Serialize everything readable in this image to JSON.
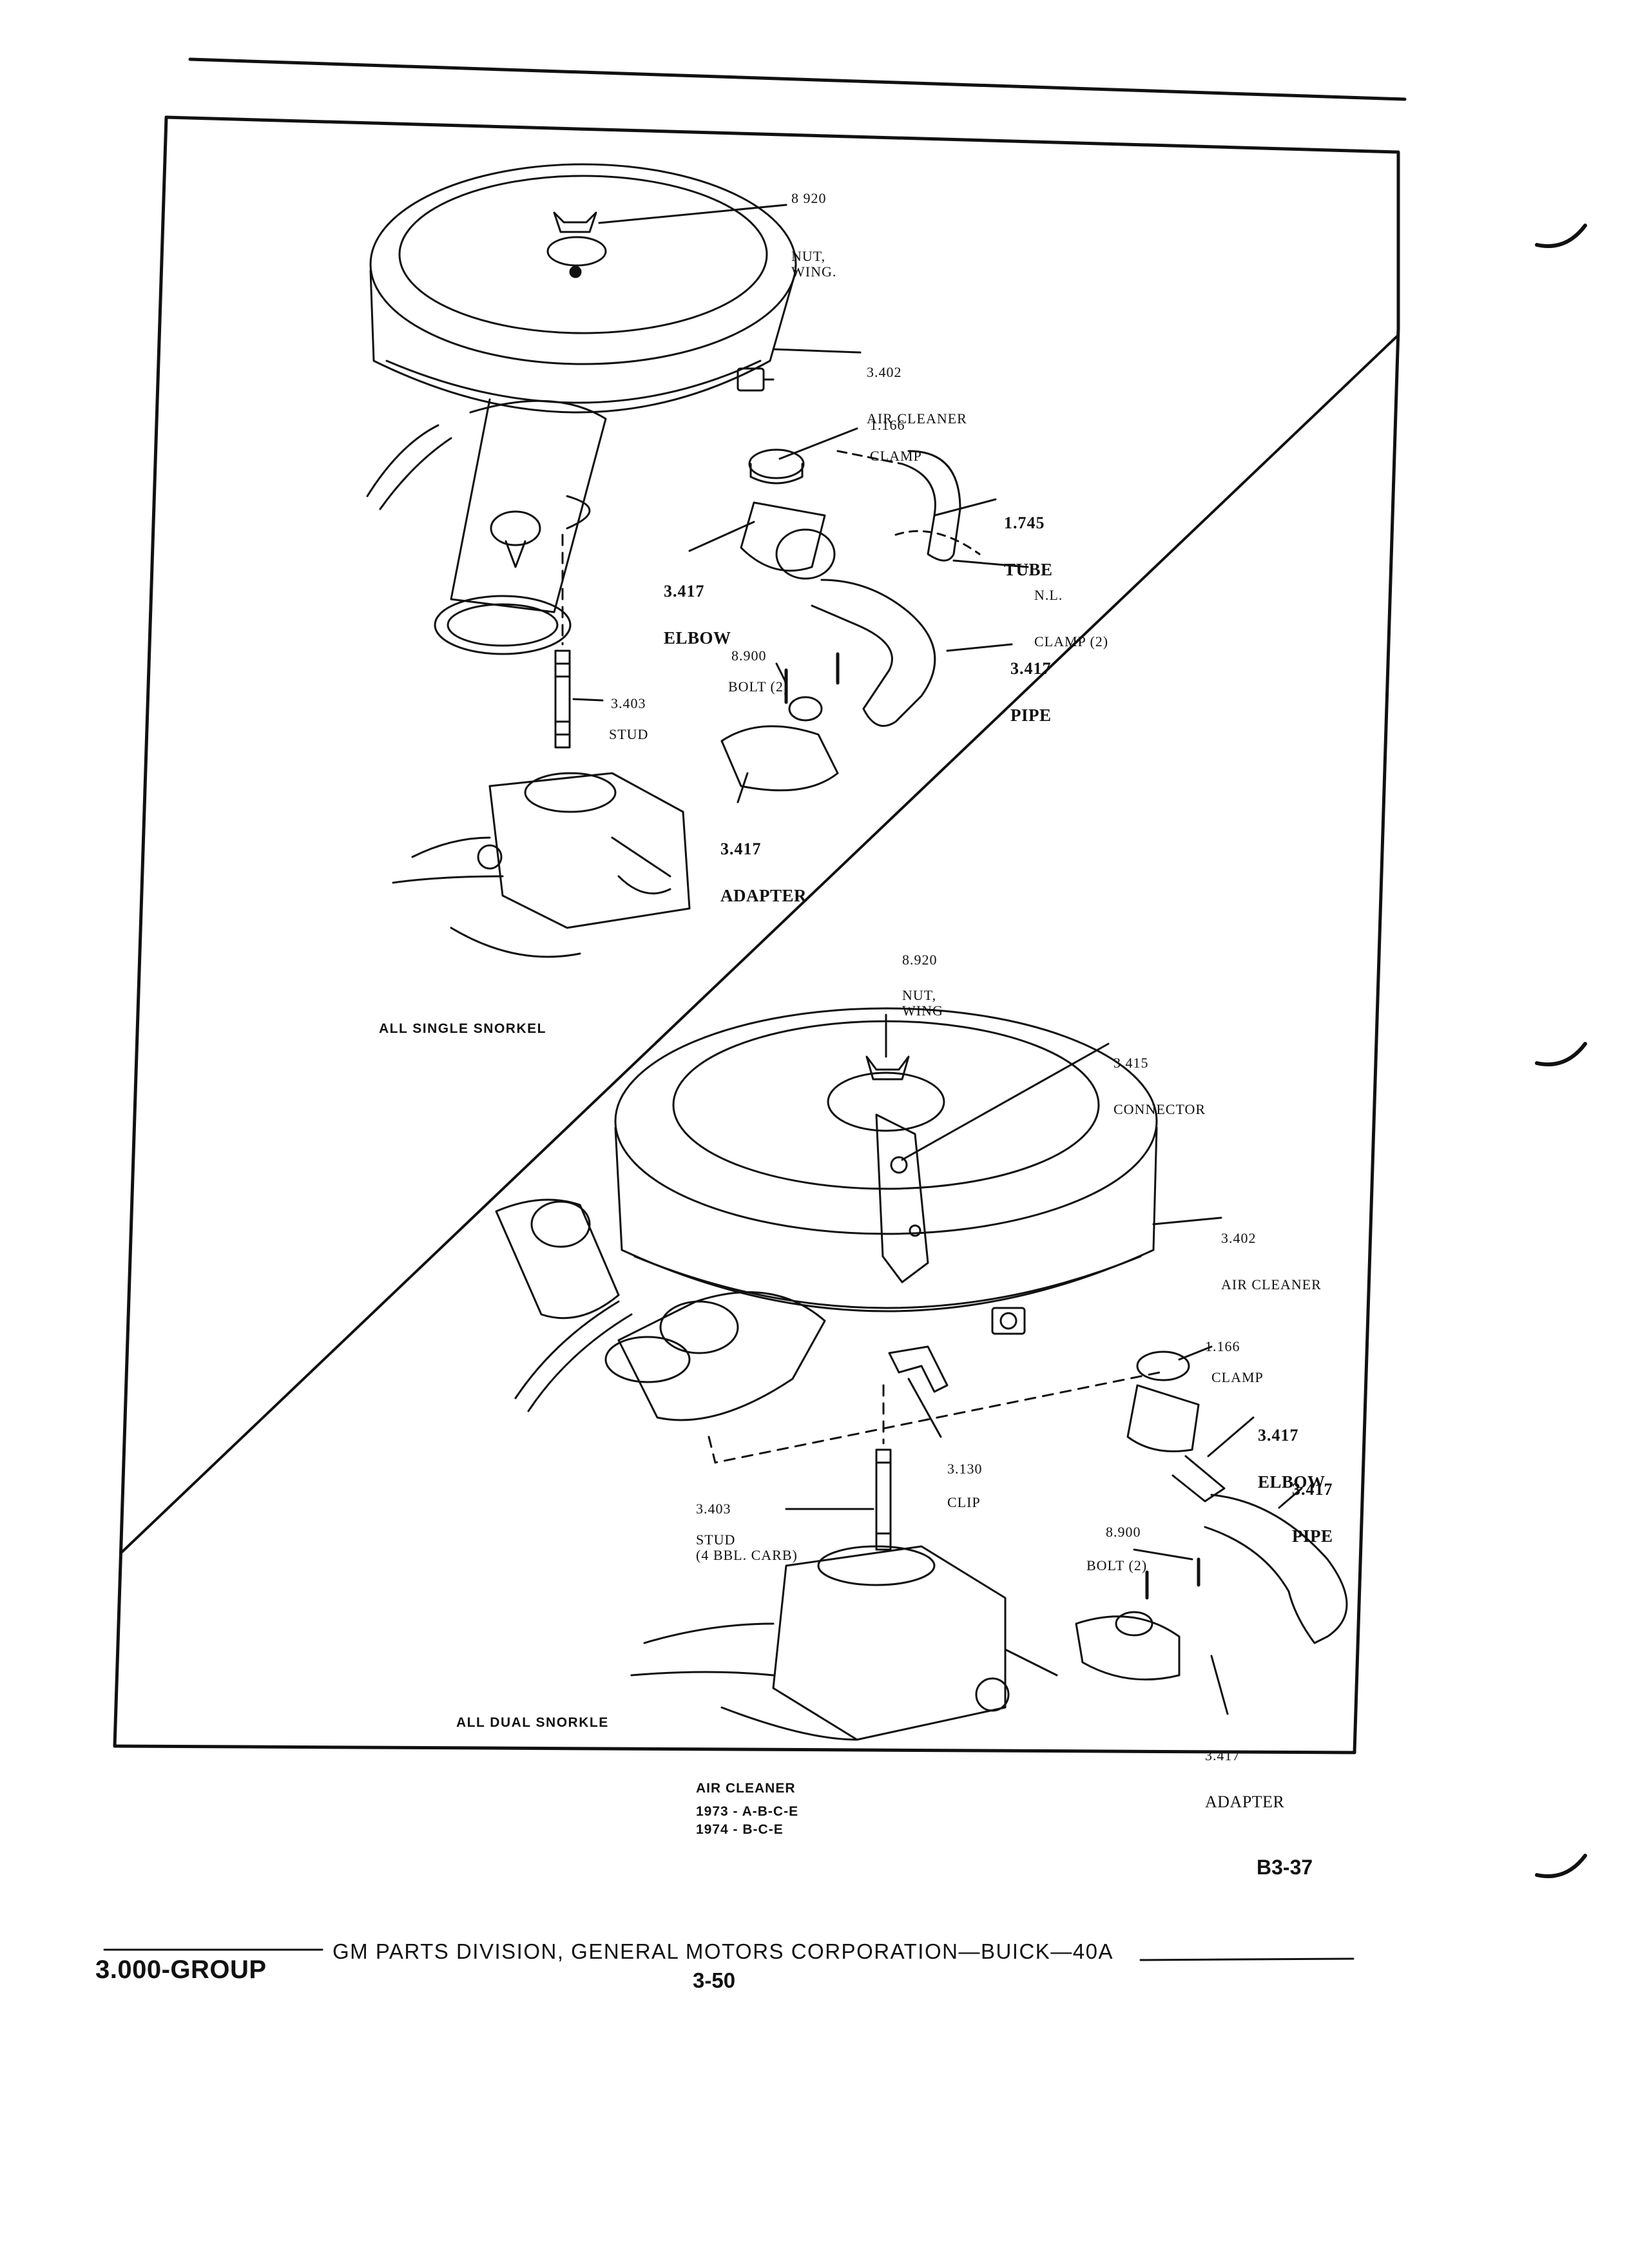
{
  "upper_view": {
    "title": "ALL SINGLE SNORKEL",
    "callouts": {
      "wing_nut": {
        "number": "8 920",
        "name": "NUT,\nWING."
      },
      "air_cleaner": {
        "number": "3.402",
        "name": "AIR CLEANER"
      },
      "clamp": {
        "number": "1.166",
        "name": "CLAMP"
      },
      "tube": {
        "number": "1.745",
        "name": "TUBE"
      },
      "nl_clamp": {
        "number": "N.L.",
        "name": "CLAMP (2)"
      },
      "elbow": {
        "number": "3.417",
        "name": "ELBOW"
      },
      "bolt": {
        "number": "8.900",
        "name": "BOLT (2)"
      },
      "pipe": {
        "number": "3.417",
        "name": "PIPE"
      },
      "stud": {
        "number": "3.403",
        "name": "STUD"
      },
      "adapter": {
        "number": "3.417",
        "name": "ADAPTER"
      }
    }
  },
  "lower_view": {
    "title": "ALL DUAL SNORKLE",
    "callouts": {
      "wing_nut": {
        "number": "8.920",
        "name": "NUT,\nWING"
      },
      "connector": {
        "number": "3.415",
        "name": "CONNECTOR"
      },
      "air_cleaner": {
        "number": "3.402",
        "name": "AIR CLEANER"
      },
      "clamp": {
        "number": "1.166",
        "name": "CLAMP"
      },
      "elbow": {
        "number": "3.417",
        "name": "ELBOW"
      },
      "pipe": {
        "number": "3.417",
        "name": "PIPE"
      },
      "clip": {
        "number": "3.130",
        "name": "CLIP"
      },
      "stud": {
        "number": "3.403",
        "name": "STUD\n(4 BBL. CARB)"
      },
      "bolt": {
        "number": "8.900",
        "name": "BOLT (2)"
      },
      "adapter": {
        "number": "3.417",
        "name": "ADAPTER"
      }
    }
  },
  "figure_caption": {
    "title": "AIR CLEANER",
    "line1": "1973 - A-B-C-E",
    "line2": "1974 - B-C-E"
  },
  "figure_id": "B3-37",
  "footer": {
    "group": "3.000-GROUP",
    "corporation": "GM PARTS DIVISION, GENERAL MOTORS CORPORATION—BUICK—40A",
    "page": "3-50"
  }
}
